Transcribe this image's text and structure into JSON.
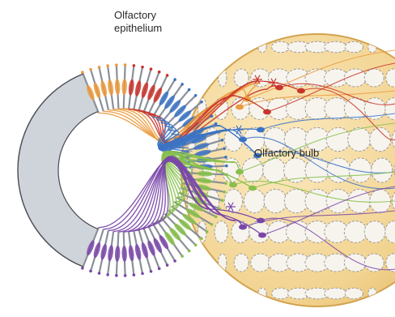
{
  "labels": {
    "epithelium_line1": "Olfactory",
    "epithelium_line2": "epithelium",
    "bulb": "Olfactory bulb"
  },
  "colors": {
    "background": "#ffffff",
    "bulb_fill": "#f3d79a",
    "bulb_edge": "#d2a34f",
    "glomerulus_fill": "#f7f4ee",
    "glomerulus_edge": "#9a9a9a",
    "epithelium_border": "#4a4a52",
    "neuron_groups": [
      {
        "name": "orange",
        "color": "#eb9a3c"
      },
      {
        "name": "red",
        "color": "#c8342b"
      },
      {
        "name": "blue",
        "color": "#3b73c4"
      },
      {
        "name": "green",
        "color": "#86c04a"
      },
      {
        "name": "purple",
        "color": "#7a47a8"
      }
    ],
    "text": "#2a2a2a"
  }
}
